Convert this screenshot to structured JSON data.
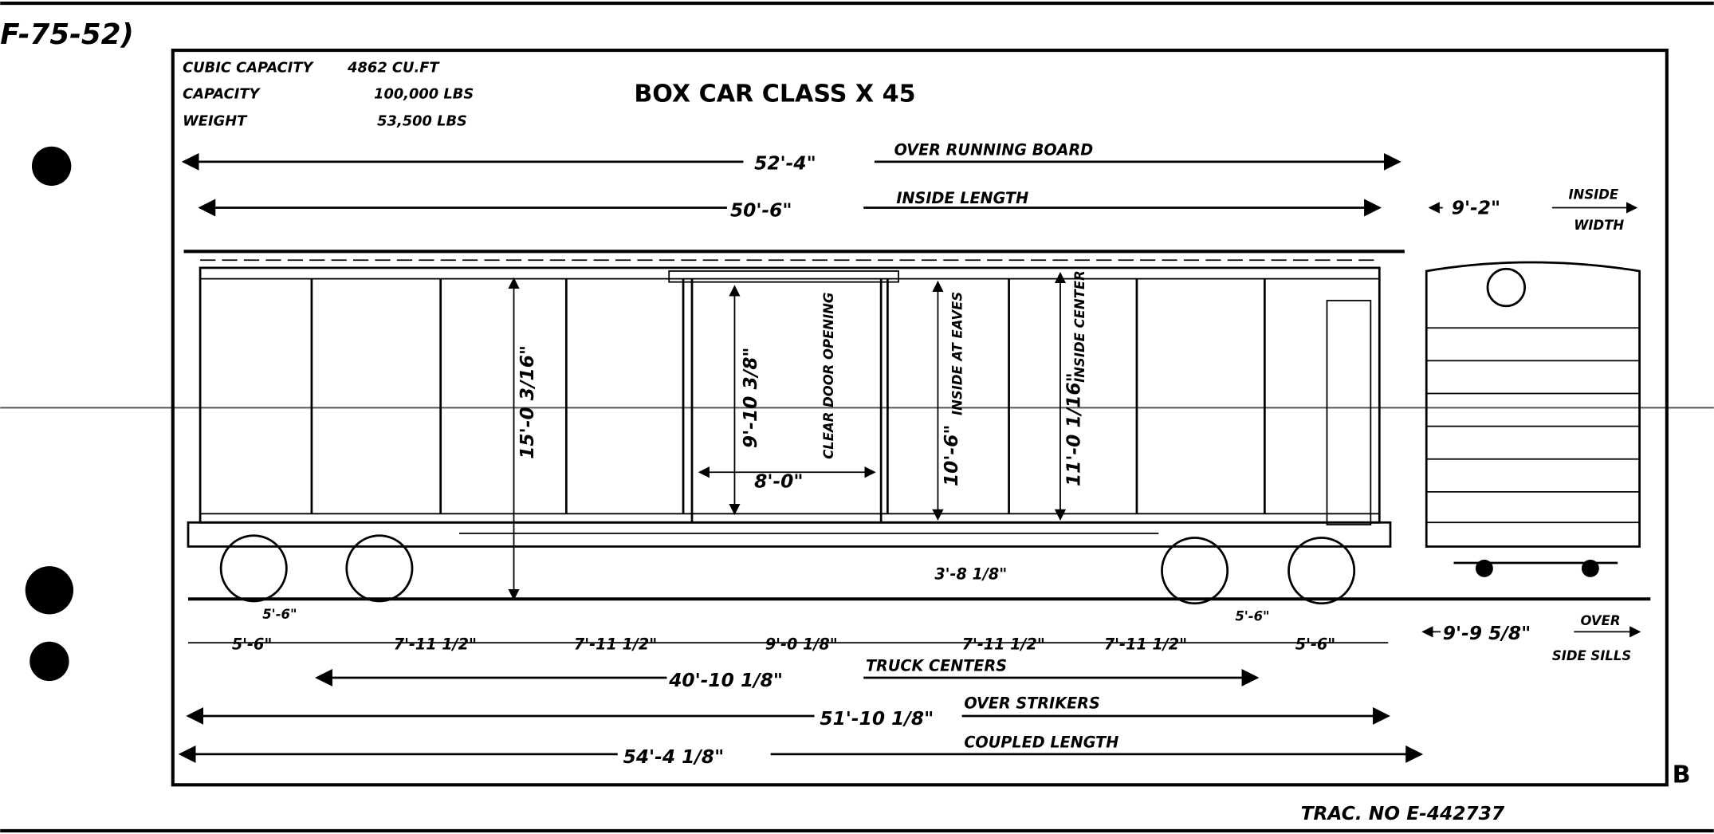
{
  "corner_note": "F-75-52)",
  "title": "BOX CAR CLASS X 45",
  "specs": [
    {
      "label": "CUBIC CAPACITY",
      "value": "4862 CU.FT"
    },
    {
      "label": "CAPACITY",
      "value": "100,000 LBS"
    },
    {
      "label": "WEIGHT",
      "value": "53,500 LBS"
    }
  ],
  "dimensions": {
    "over_running_board": {
      "value": "52'-4\"",
      "label": "OVER RUNNING BOARD"
    },
    "inside_length": {
      "value": "50'-6\"",
      "label": "INSIDE LENGTH"
    },
    "inside_width": {
      "value": "9'-2\"",
      "label1": "INSIDE",
      "label2": "WIDTH"
    },
    "height_rail": {
      "value": "15'-0 3/16\""
    },
    "door_height": {
      "value": "9'-10 3/8\""
    },
    "door_label": "CLEAR DOOR OPENING",
    "door_width": {
      "value": "8'-0\""
    },
    "eaves": {
      "value": "10'-6\"",
      "label": "INSIDE AT EAVES"
    },
    "center": {
      "value": "11'-0 1/16\"",
      "label": "INSIDE CENTER"
    },
    "sill_height": {
      "value": "3'-8 1/8\""
    },
    "wheelbase_left": "5'-6\"",
    "wheelbase_right": "5'-6\"",
    "bottom_row": [
      "5'-6\"",
      "7'-11 1/2\"",
      "7'-11 1/2\"",
      "9'-0 1/8\"",
      "7'-11 1/2\"",
      "7'-11 1/2\"",
      "5'-6\""
    ],
    "truck_centers": {
      "value": "40'-10 1/8\"",
      "label": "TRUCK CENTERS"
    },
    "over_strikers": {
      "value": "51'-10 1/8\"",
      "label": "OVER STRIKERS"
    },
    "coupled_length": {
      "value": "54'-4 1/8\"",
      "label": "COUPLED LENGTH"
    },
    "over_side_sills": {
      "value": "9'-9 5/8\"",
      "label1": "OVER",
      "label2": "SIDE SILLS"
    }
  },
  "sheet_letter": "B",
  "tracing_number": "TRAC. NO E-442737"
}
